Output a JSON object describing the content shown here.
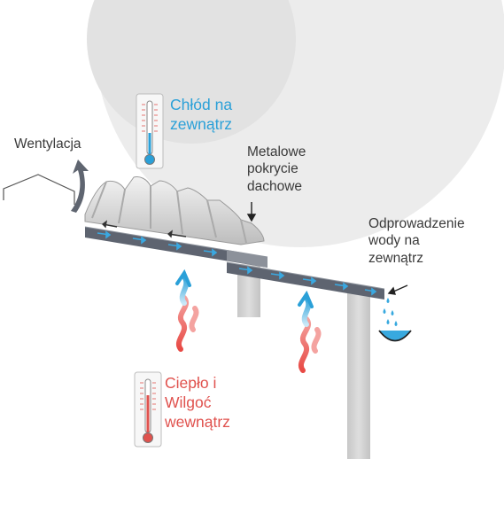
{
  "labels": {
    "ventilation": "Wentylacja",
    "metal_roofing": [
      "Metalowe",
      "pokrycie",
      "dachowe"
    ],
    "water_drainage": [
      "Odprowadzenie",
      "wody na",
      "zewnątrz"
    ],
    "cold_outside": [
      "Chłód na",
      "zewnątrz"
    ],
    "warmth_inside": [
      "Ciepło i",
      "Wilgoć",
      "wewnątrz"
    ]
  },
  "colors": {
    "cold_text": "#2aa0d8",
    "warm_text": "#e0524e",
    "label_text": "#3a3a3a",
    "background_circle": "#ececec",
    "roof_panel": "#5e6470",
    "post": "#d4d4d4",
    "water_drop": "#38a9df"
  },
  "icons": {
    "thermometer_cold": "thermometer-icon",
    "thermometer_warm": "thermometer-icon",
    "ventilation_arrow": "curved-arrow-icon",
    "heat_flow": "wavy-arrow-icon",
    "water": "water-drop-icon"
  }
}
